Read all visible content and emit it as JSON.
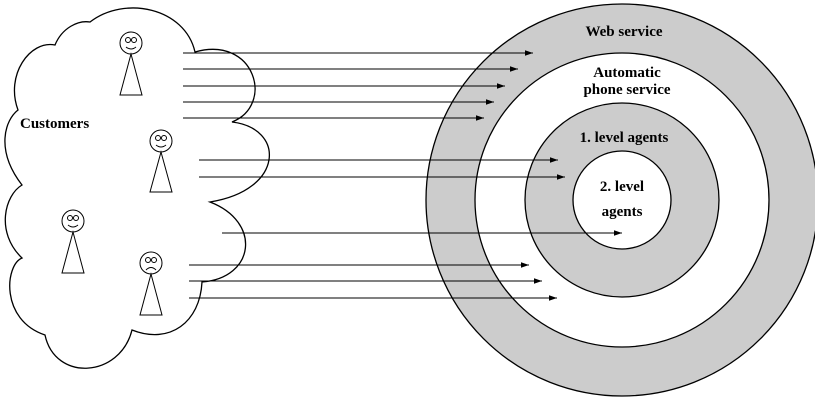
{
  "labels": {
    "customers": "Customers",
    "web_service": "Web service",
    "phone_service_line1": "Automatic",
    "phone_service_line2": "phone service",
    "level1_agents": "1. level agents",
    "level2_line1": "2. level",
    "level2_line2": "agents"
  },
  "colors": {
    "ring_fill": "#cccccc",
    "background": "#ffffff",
    "stroke": "#000000"
  },
  "icons": {
    "customer": "smiling-person-icon",
    "unhappy_customer": "frowning-person-icon"
  }
}
